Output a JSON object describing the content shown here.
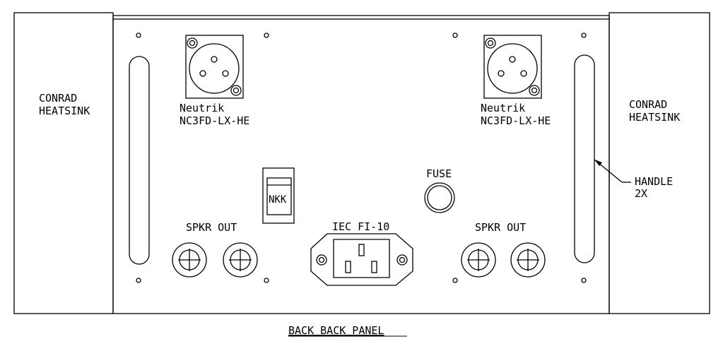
{
  "heatsink_left": {
    "line1": "CONRAD",
    "line2": "HEATSINK"
  },
  "heatsink_right": {
    "line1": "CONRAD",
    "line2": "HEATSINK"
  },
  "xlr_left": {
    "brand": "Neutrik",
    "model": "NC3FD-LX-HE"
  },
  "xlr_right": {
    "brand": "Neutrik",
    "model": "NC3FD-LX-HE"
  },
  "switch_label": "NKK",
  "fuse_label": "FUSE",
  "iec_label": "IEC FI-10",
  "spkr_left_label": "SPKR OUT",
  "spkr_right_label": "SPKR OUT",
  "handle_label": {
    "line1": "HANDLE",
    "line2": "2X"
  },
  "title": "BACK BACK PANEL"
}
